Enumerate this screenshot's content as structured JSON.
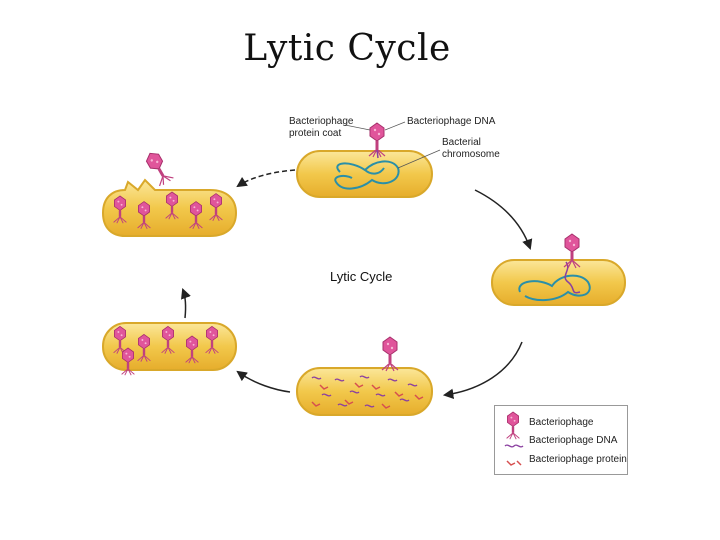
{
  "title": "Lytic Cycle",
  "center_label": "Lytic Cycle",
  "labels": {
    "protein_coat_line1": "Bacteriophage",
    "protein_coat_line2": "protein coat",
    "phage_dna": "Bacteriophage DNA",
    "bacterial_chromosome_line1": "Bacterial",
    "bacterial_chromosome_line2": "chromosome"
  },
  "legend": {
    "items": [
      {
        "label": "Bacteriophage",
        "icon": "bacteriophage-icon"
      },
      {
        "label": "Bacteriophage DNA",
        "icon": "phage-dna-icon"
      },
      {
        "label": "Bacteriophage protein",
        "icon": "phage-protein-icon"
      }
    ]
  },
  "colors": {
    "cell_fill": "#f2c84b",
    "cell_outline": "#d9a82a",
    "chromosome": "#2a8fa8",
    "phage": "#d9468f",
    "phage_dna": "#8a3fa0",
    "phage_protein": "#d64f4f",
    "arrow": "#222222"
  }
}
